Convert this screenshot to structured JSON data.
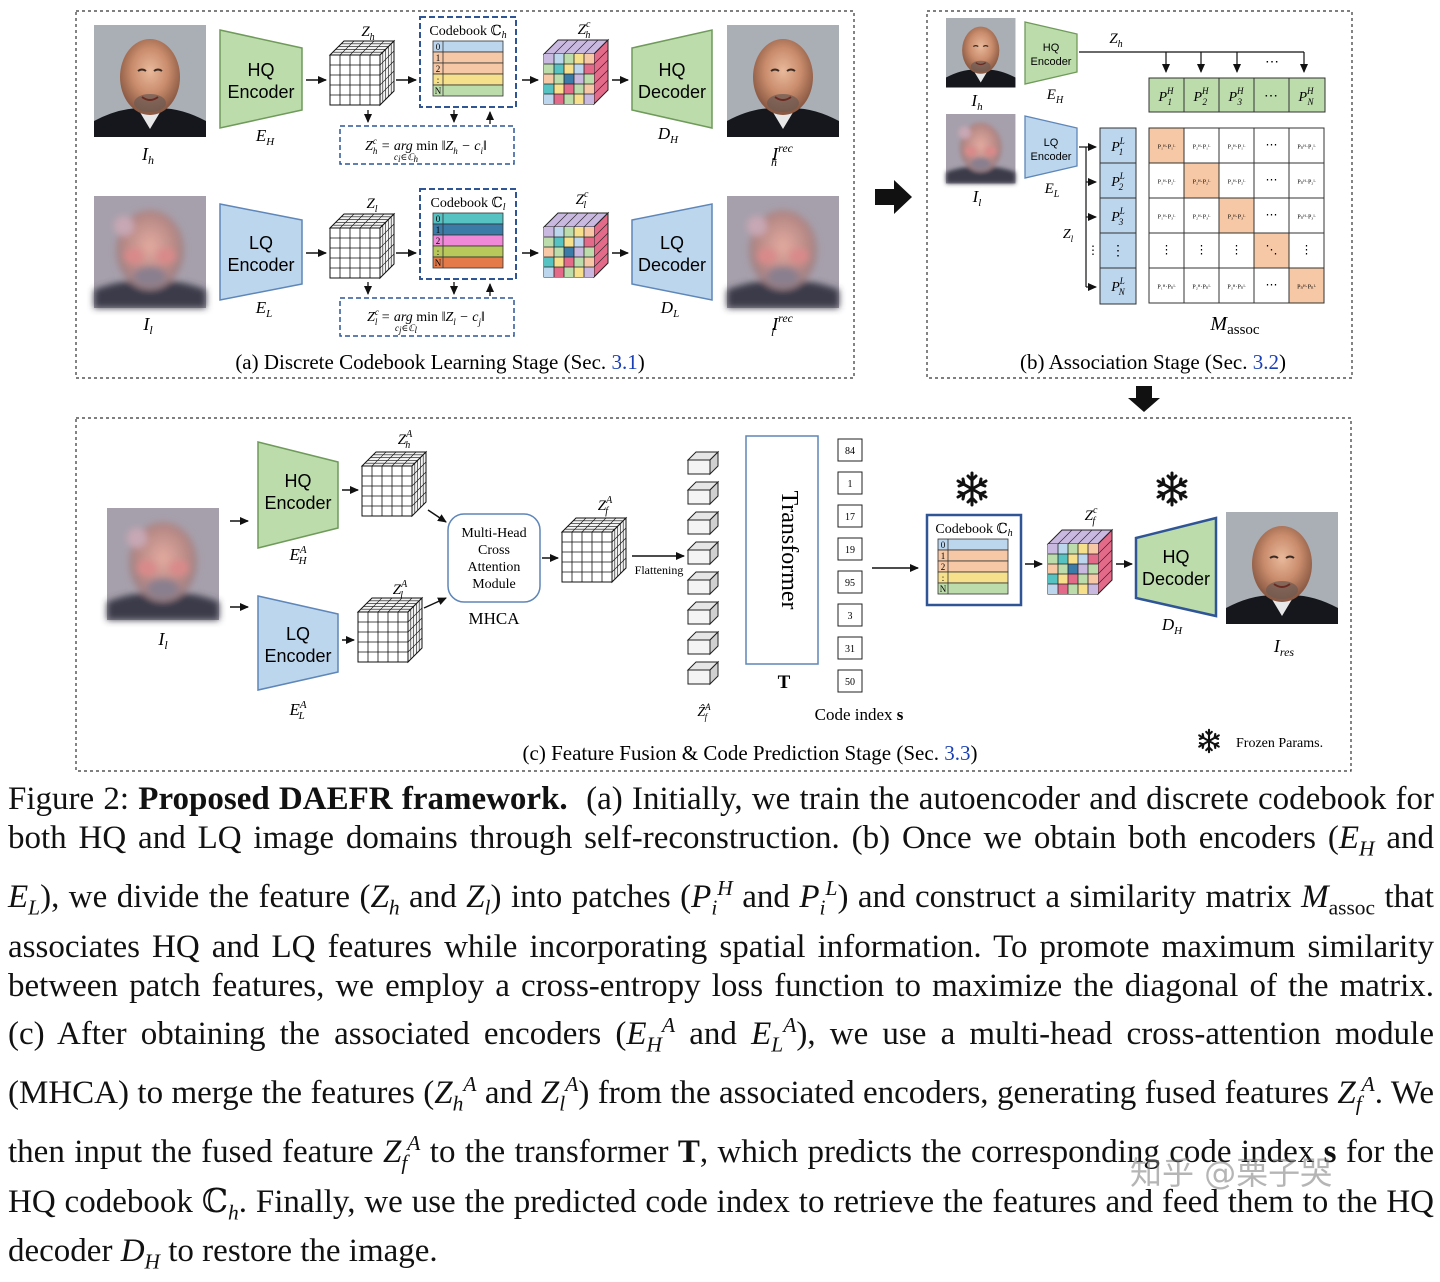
{
  "panels": {
    "a": {
      "title": "(a) Discrete Codebook Learning Stage (Sec. ",
      "ref": "3.1",
      "hq_row": {
        "input_label": "I_h",
        "encoder": "HQ\nEncoder",
        "encoder_sym": "E_H",
        "latent": "Z_h",
        "codebook_title": "Codebook ℂ_h",
        "codebook_rows": [
          "0",
          "1",
          "2",
          ":",
          "N"
        ],
        "quant_eq": "Z_h^c = arg min_{c_i∈ℂ_h} ‖Z_h − c_i‖",
        "quant_latent": "Z_h^c",
        "decoder": "HQ\nDecoder",
        "decoder_sym": "D_H",
        "output_label": "I_h^rec"
      },
      "lq_row": {
        "input_label": "I_l",
        "encoder": "LQ\nEncoder",
        "encoder_sym": "E_L",
        "latent": "Z_l",
        "codebook_title": "Codebook ℂ_l",
        "codebook_rows": [
          "0",
          "1",
          "2",
          ":",
          "N"
        ],
        "quant_eq": "Z_l^c = arg min_{c_j∈ℂ_l} ‖Z_l − c_j‖",
        "quant_latent": "Z_l^c",
        "decoder": "LQ\nDecoder",
        "decoder_sym": "D_L",
        "output_label": "I_l^rec"
      }
    },
    "b": {
      "title": "(b) Association Stage (Sec. ",
      "ref": "3.2",
      "hq_encoder": "HQ\nEncoder",
      "lq_encoder": "LQ\nEncoder",
      "hq_sym": "E_H",
      "lq_sym": "E_L",
      "hq_latent": "Z_h",
      "lq_latent": "Z_l",
      "input_hq": "I_h",
      "input_lq": "I_l",
      "hq_patches": [
        "P_1^H",
        "P_2^H",
        "P_3^H",
        "⋯",
        "P_N^H"
      ],
      "lq_patches": [
        "P_1^L",
        "P_2^L",
        "P_3^L",
        "⋮",
        "P_N^L"
      ],
      "matrix_label": "M_assoc",
      "matrix_cells": [
        [
          "P₁ᴴ·P₁ᴸ",
          "P₂ᴴ·P₁ᴸ",
          "P₃ᴴ·P₁ᴸ",
          "⋯",
          "Pₙᴴ·P₁ᴸ"
        ],
        [
          "P₁ᴴ·P₂ᴸ",
          "P₂ᴴ·P₂ᴸ",
          "P₃ᴴ·P₂ᴸ",
          "⋯",
          "Pₙᴴ·P₂ᴸ"
        ],
        [
          "P₁ᴴ·P₃ᴸ",
          "P₂ᴴ·P₃ᴸ",
          "P₃ᴴ·P₃ᴸ",
          "⋯",
          "Pₙᴴ·P₃ᴸ"
        ],
        [
          "⋮",
          "⋮",
          "⋮",
          "⋱",
          "⋮"
        ],
        [
          "P₁ᴴ·Pₙᴸ",
          "P₂ᴴ·Pₙᴸ",
          "P₃ᴴ·Pₙᴸ",
          "⋯",
          "Pₙᴴ·Pₙᴸ"
        ]
      ]
    },
    "c": {
      "title": "(c) Feature Fusion & Code Prediction Stage (Sec. ",
      "ref": "3.3",
      "input_label": "I_l",
      "hq_encoder": "HQ\nEncoder",
      "lq_encoder": "LQ\nEncoder",
      "hq_sym": "E_H^A",
      "lq_sym": "E_L^A",
      "hq_latent": "Z_h^A",
      "lq_latent": "Z_l^A",
      "mhca_box": "Multi-Head\nCross\nAttention\nModule",
      "mhca_label": "MHCA",
      "fused": "Z_f^A",
      "flatten_label": "Flattening",
      "flat_sym": "Ẑ_f^A",
      "transformer": "Transformer",
      "transformer_sym": "T",
      "code_indices": [
        "84",
        "1",
        "17",
        "19",
        "95",
        "3",
        "31",
        "50"
      ],
      "code_label": "Code index  s",
      "codebook_title": "Codebook ℂ_h",
      "codebook_rows": [
        "0",
        "1",
        "2",
        ":",
        "N"
      ],
      "quant_latent": "Z_f^c",
      "decoder": "HQ\nDecoder",
      "decoder_sym": "D_H",
      "output_label": "I_res",
      "frozen_label": "Frozen Params."
    }
  },
  "caption": {
    "prefix": "Figure 2: ",
    "bold": "Proposed DAEFR framework.",
    "text": " (a) Initially, we train the autoencoder and discrete codebook for both HQ and LQ image domains through self-reconstruction. (b) Once we obtain both encoders (E_H and E_L), we divide the feature (Z_h and Z_l) into patches (P_i^H and P_i^L) and construct a similarity matrix M_assoc that associates HQ and LQ features while incorporating spatial information. To promote maximum similarity between patch features, we employ a cross-entropy loss function to maximize the diagonal of the matrix. (c) After obtaining the associated encoders (E_H^A and E_L^A), we use a multi-head cross-attention module (MHCA) to merge the features (Z_h^A and Z_l^A) from the associated encoders, generating fused features Z_f^A. We then input the fused feature Z_f^A to the transformer T, which predicts the corresponding code index s for the HQ codebook ℂ_h. Finally, we use the predicted code index to retrieve the features and feed them to the HQ decoder D_H to restore the image."
  },
  "watermark": "知乎 @栗子哭",
  "colors": {
    "green": "#bcdcac",
    "blue": "#bcd6ee",
    "orange": "#f6c8a6",
    "codebook_border": "#2f5597",
    "ref_blue": "#1a3fb5"
  }
}
